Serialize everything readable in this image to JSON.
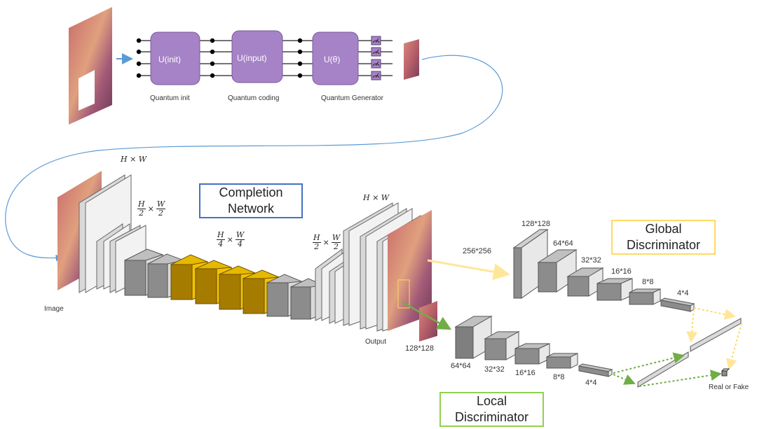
{
  "quantum": {
    "gates": [
      "U(init)",
      "U(input)",
      "U(θ)"
    ],
    "captions": [
      "Quantum init",
      "Quantum coding",
      "Quantum Generator"
    ]
  },
  "completion": {
    "title_line1": "Completion",
    "title_line2": "Network",
    "dim_hw": "H × W",
    "frac_h": "H",
    "frac_w": "W",
    "den_2": "2",
    "den_4": "4",
    "times": "×",
    "input_label": "Image",
    "output_label": "Output"
  },
  "global": {
    "title_line1": "Global",
    "title_line2": "Discriminator",
    "input_size": "256*256",
    "sizes": [
      "128*128",
      "64*64",
      "32*32",
      "16*16",
      "8*8",
      "4*4"
    ]
  },
  "local": {
    "title_line1": "Local",
    "title_line2": "Discriminator",
    "input_size": "128*128",
    "sizes": [
      "64*64",
      "32*32",
      "16*16",
      "8*8",
      "4*4"
    ]
  },
  "result_label": "Real or Fake",
  "colors": {
    "gate_fill": "#a682c6",
    "gate_stroke": "#7a5a9a",
    "block_gray": "#8c8c8c",
    "block_gold": "#b8860b",
    "block_white": "#e8e8e8",
    "blue_arrow": "#5b9bd5",
    "yellow_arrow": "#ffe699",
    "green_arrow": "#70ad47"
  }
}
